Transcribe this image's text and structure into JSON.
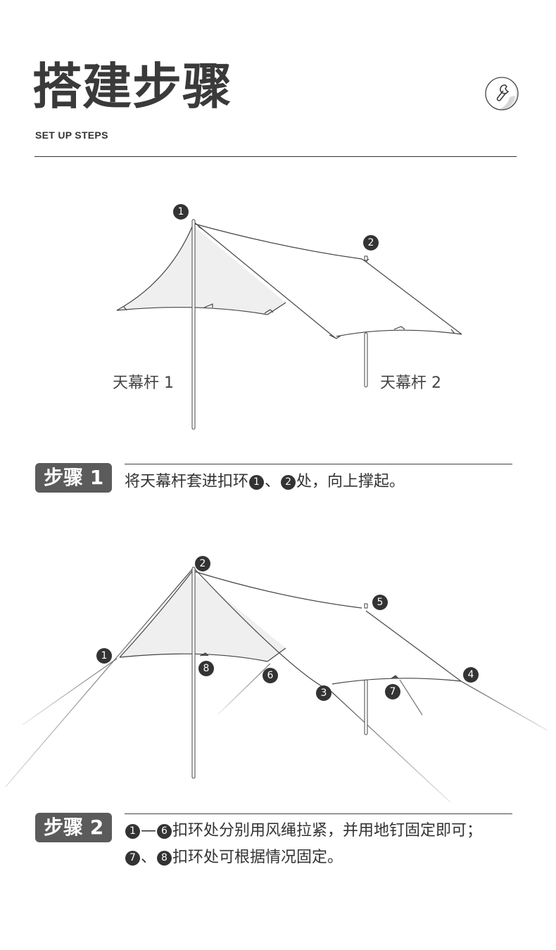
{
  "header": {
    "title": "搭建步骤",
    "subtitle": "SET UP STEPS",
    "icon": "wrench-icon"
  },
  "diagram1": {
    "pole_labels": [
      "天幕杆 1",
      "天幕杆 2"
    ],
    "markers": [
      "1",
      "2"
    ]
  },
  "step1": {
    "badge": "步骤 1",
    "text_parts": [
      "将天幕杆套进扣环",
      "1",
      "、",
      "2",
      "处，向上撑起。"
    ]
  },
  "diagram2": {
    "markers": [
      "1",
      "2",
      "3",
      "4",
      "5",
      "6",
      "7",
      "8"
    ]
  },
  "step2": {
    "badge": "步骤 2",
    "line1_parts": [
      "1",
      "—",
      "6",
      "扣环处分别用风绳拉紧，并用地钉固定即可；"
    ],
    "line2_parts": [
      "7",
      "、",
      "8",
      "扣环处可根据情况固定。"
    ]
  },
  "colors": {
    "text_dark": "#333333",
    "badge_bg": "#5b5b5b",
    "tarp_fill": "#efefef",
    "line": "#444444"
  }
}
